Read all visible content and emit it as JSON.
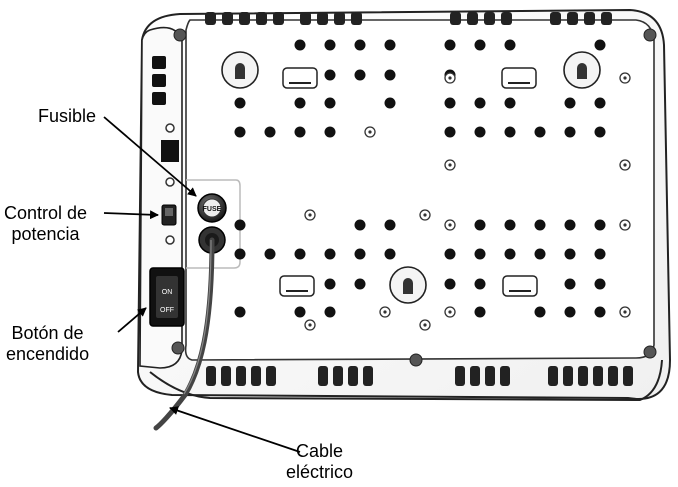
{
  "labels": {
    "fuse": "Fusible",
    "power_control": [
      "Control de",
      "potencia"
    ],
    "power_button": [
      "Botón de",
      "encendido"
    ],
    "cable": [
      "Cable",
      "eléctrico"
    ]
  },
  "device": {
    "fuse_text": "FUSE",
    "switch_on": "ON",
    "switch_off": "OFF"
  }
}
